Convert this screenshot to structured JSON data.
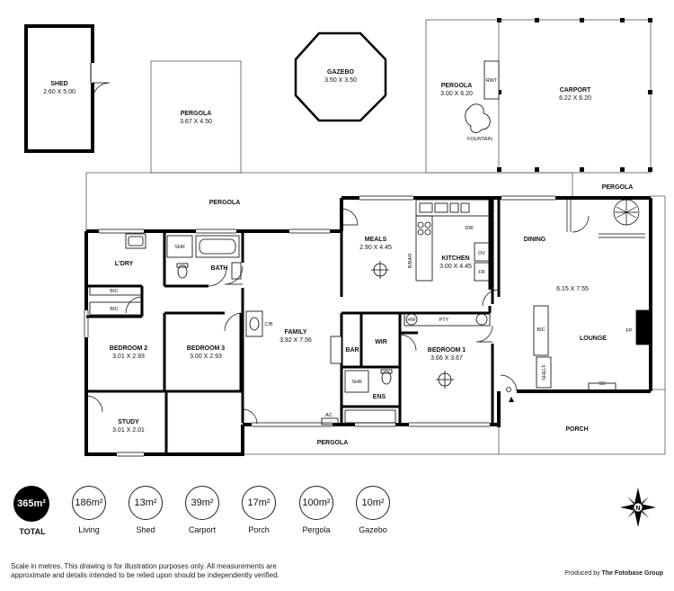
{
  "rooms": {
    "shed": {
      "name": "SHED",
      "dims": "2.60 X 5.00"
    },
    "pergola_top_left": {
      "name": "PERGOLA",
      "dims": "3.67 X 4.50"
    },
    "gazebo": {
      "name": "GAZEBO",
      "dims": "3.50 X 3.50"
    },
    "pergola_top_right": {
      "name": "PERGOLA",
      "dims": "3.00 X 6.20"
    },
    "rwt": {
      "name": "RWT"
    },
    "fountain": {
      "name": "FOUNTAIN"
    },
    "carport": {
      "name": "CARPORT",
      "dims": "6.22 X 6.20"
    },
    "pergola_main": {
      "name": "PERGOLA"
    },
    "pergola_right": {
      "name": "PERGOLA"
    },
    "pergola_bottom": {
      "name": "PERGOLA"
    },
    "porch": {
      "name": "PORCH"
    },
    "meals": {
      "name": "MEALS",
      "dims": "2.90 X 4.45"
    },
    "kitchen": {
      "name": "KITCHEN",
      "dims": "3.00 X 4.45"
    },
    "dining": {
      "name": "DINING"
    },
    "lounge_dims": {
      "dims": "6.15 X 7.55"
    },
    "lounge": {
      "name": "LOUNGE"
    },
    "laundry": {
      "name": "L'DRY"
    },
    "bath": {
      "name": "BATH"
    },
    "family": {
      "name": "FAMILY",
      "dims": "3.92 X 7.56"
    },
    "bedroom2": {
      "name": "BEDROOM 2",
      "dims": "3.01 X 2.93"
    },
    "bedroom3": {
      "name": "BEDROOM 3",
      "dims": "3.00 X 2.93"
    },
    "bedroom1": {
      "name": "BEDROOM 1",
      "dims": "3.66 X 3.67"
    },
    "study": {
      "name": "STUDY",
      "dims": "3.01 X 2.01"
    },
    "bar": {
      "name": "BAR"
    },
    "wir": {
      "name": "WIR"
    },
    "ens": {
      "name": "ENS"
    }
  },
  "fixtures": {
    "shr1": "SHR",
    "shr2": "SHR",
    "bic1": "BIC",
    "bic2": "BIC",
    "bic3": "BIC",
    "cb": "C/B",
    "dw": "DW",
    "ov": "OV",
    "fr": "FR",
    "bbar": "B/BAR",
    "hw": "HW",
    "pty": "PTY",
    "fp": "FP",
    "shelf": "SHELF",
    "ss": "SS",
    "ac": "AC"
  },
  "stats": [
    {
      "value": "365m²",
      "label": "TOTAL",
      "total": true
    },
    {
      "value": "186m²",
      "label": "Living"
    },
    {
      "value": "13m²",
      "label": "Shed"
    },
    {
      "value": "39m²",
      "label": "Carport"
    },
    {
      "value": "17m²",
      "label": "Porch"
    },
    {
      "value": "100m²",
      "label": "Pergola"
    },
    {
      "value": "10m²",
      "label": "Gazebo"
    }
  ],
  "disclaimer": "Scale in metres. This drawing is for illustration purposes only. All measurements are approximate and details intended to be relied upon should be independently verified.",
  "credit_prefix": "Produced by",
  "credit_brand": "The Fotobase Group",
  "compass_letter": "N"
}
